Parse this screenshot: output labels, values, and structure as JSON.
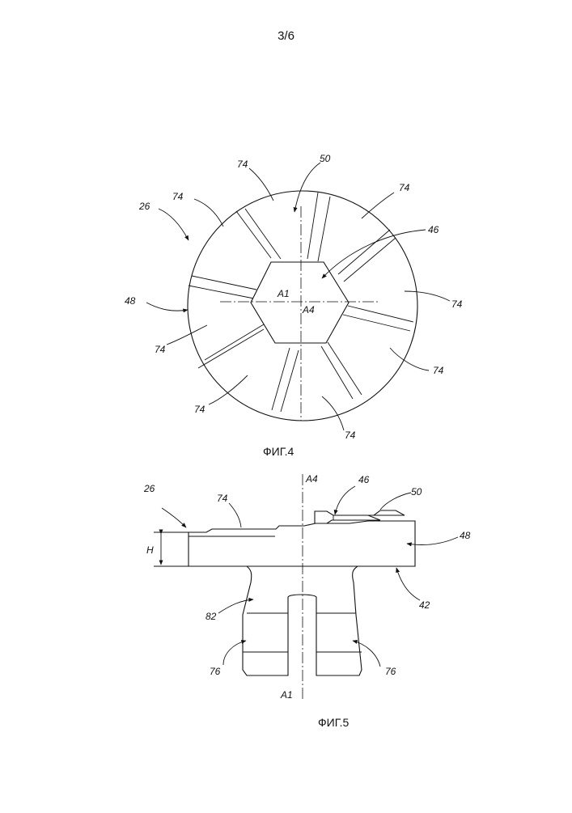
{
  "page": {
    "number": "3/6"
  },
  "figure4": {
    "caption": "ФИГ.4",
    "labels": {
      "ref_26": "26",
      "ref_48": "48",
      "ref_50": "50",
      "ref_46": "46",
      "ref_74": "74",
      "axis_a1": "A1",
      "axis_a4": "A4"
    }
  },
  "figure5": {
    "caption": "ФИГ.5",
    "labels": {
      "ref_26": "26",
      "ref_74": "74",
      "ref_46": "46",
      "ref_50": "50",
      "ref_48": "48",
      "ref_42": "42",
      "ref_82": "82",
      "ref_76": "76",
      "axis_a1": "A1",
      "axis_a4": "A4",
      "dim_h": "H"
    }
  }
}
